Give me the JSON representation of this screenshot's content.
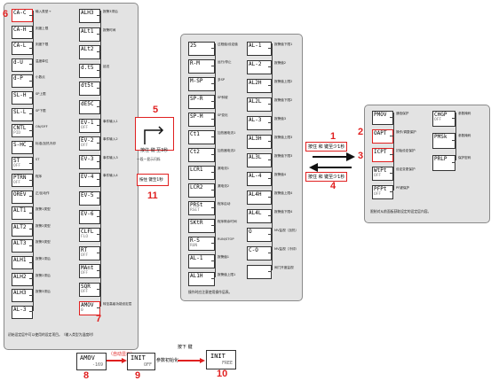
{
  "panel1": {
    "col1": [
      {
        "top": "CA-C",
        "bottom": "",
        "desc": "输入类型→"
      },
      {
        "top": "CA-H",
        "bottom": "",
        "desc": "刻度上限"
      },
      {
        "top": "CA-L",
        "bottom": "",
        "desc": "刻度下限"
      },
      {
        "top": "d-U",
        "bottom": "",
        "desc": "温度单位"
      },
      {
        "top": "d-P",
        "bottom": "",
        "desc": "小数点"
      },
      {
        "top": "SL-H",
        "bottom": "",
        "desc": "SP上限"
      },
      {
        "top": "SL-L",
        "bottom": "",
        "desc": "SP下限"
      },
      {
        "top": "CNTL",
        "bottom": "PID",
        "desc": "ON/OFF"
      },
      {
        "top": "S-HC",
        "bottom": "",
        "desc": "标准/加热冷却"
      },
      {
        "top": "ST",
        "bottom": "OFF",
        "desc": "ST"
      },
      {
        "top": "PTRN",
        "bottom": "OFF",
        "desc": "程序"
      },
      {
        "top": "OREV",
        "bottom": "",
        "desc": "正/反动作"
      },
      {
        "top": "ALT1",
        "bottom": "",
        "desc": "报警1类型"
      },
      {
        "top": "ALT2",
        "bottom": "",
        "desc": "报警2类型"
      },
      {
        "top": "ALT3",
        "bottom": "",
        "desc": "报警3类型"
      },
      {
        "top": "ALH1",
        "bottom": "",
        "desc": "报警1滞后"
      },
      {
        "top": "ALH2",
        "bottom": "",
        "desc": "报警2滞后"
      },
      {
        "top": "ALH3",
        "bottom": "",
        "desc": "报警3滞后"
      },
      {
        "top": "AL-3",
        "bottom": "",
        "desc": ""
      }
    ],
    "col2": [
      {
        "top": "ALH3",
        "bottom": "",
        "desc": "报警3滞后"
      },
      {
        "top": "ALt1",
        "bottom": "",
        "desc": "报警时间"
      },
      {
        "top": "ALt2",
        "bottom": "",
        "desc": ""
      },
      {
        "top": "d.t5",
        "bottom": "",
        "desc": "延迟"
      },
      {
        "top": "dt5t",
        "bottom": "",
        "desc": ""
      },
      {
        "top": "dE5C",
        "bottom": "",
        "desc": ""
      },
      {
        "top": "EV-1",
        "bottom": "OFF",
        "desc": "事件输入1"
      },
      {
        "top": "EV-2",
        "bottom": "OFF",
        "desc": "事件输入2"
      },
      {
        "top": "EV-3",
        "bottom": "",
        "desc": "事件输入3"
      },
      {
        "top": "EV-4",
        "bottom": "",
        "desc": "事件输入4"
      },
      {
        "top": "EV-5",
        "bottom": "",
        "desc": ""
      },
      {
        "top": "EV-6",
        "bottom": "",
        "desc": ""
      },
      {
        "top": "CLFL",
        "bottom": "FLO",
        "desc": ""
      },
      {
        "top": "RT",
        "bottom": "OFF",
        "desc": ""
      },
      {
        "top": "MAnt",
        "bottom": "OFF",
        "desc": ""
      },
      {
        "top": "SQR",
        "bottom": "OFF",
        "desc": ""
      },
      {
        "top": "AMOV",
        "bottom": "0",
        "desc": "转至高级功能设定层"
      }
    ],
    "footer": "初始设定层中可以使用的设定项目。（输入类型为温度时）"
  },
  "panel2": {
    "col1": [
      {
        "top": "25",
        "bottom": "",
        "desc": "过程值/设定值"
      },
      {
        "top": "R-M",
        "bottom": "",
        "desc": "运行/停止"
      },
      {
        "top": "M-SP",
        "bottom": "",
        "desc": "多SP"
      },
      {
        "top": "SP-R",
        "bottom": "",
        "desc": "SP斜坡"
      },
      {
        "top": "SP-M",
        "bottom": "",
        "desc": "SP变化"
      },
      {
        "top": "Ct1",
        "bottom": "",
        "desc": "加热器电流1"
      },
      {
        "top": "Ct2",
        "bottom": "",
        "desc": "加热器电流2"
      },
      {
        "top": "LCR1",
        "bottom": "",
        "desc": "漏电流1"
      },
      {
        "top": "LCR2",
        "bottom": "",
        "desc": "漏电流2"
      },
      {
        "top": "PRSt",
        "bottom": "RSET",
        "desc": "程序启动"
      },
      {
        "top": "SKtR",
        "bottom": "",
        "desc": "程序剩余时间"
      },
      {
        "top": "R-S",
        "bottom": "RUN",
        "desc": "RUN/STOP"
      },
      {
        "top": "AL-1",
        "bottom": "",
        "desc": "报警值1"
      },
      {
        "top": "AL1H",
        "bottom": "",
        "desc": "报警值上限1"
      }
    ],
    "col2": [
      {
        "top": "AL-1",
        "bottom": "",
        "desc": "报警值下限1"
      },
      {
        "top": "AL-2",
        "bottom": "",
        "desc": "报警值2"
      },
      {
        "top": "AL2H",
        "bottom": "",
        "desc": "报警值上限2"
      },
      {
        "top": "AL2L",
        "bottom": "",
        "desc": "报警值下限2"
      },
      {
        "top": "AL-3",
        "bottom": "",
        "desc": "报警值3"
      },
      {
        "top": "AL3H",
        "bottom": "",
        "desc": "报警值上限3"
      },
      {
        "top": "AL3L",
        "bottom": "",
        "desc": "报警值下限3"
      },
      {
        "top": "AL-4",
        "bottom": "",
        "desc": "报警值4"
      },
      {
        "top": "AL4H",
        "bottom": "",
        "desc": "报警值上限4"
      },
      {
        "top": "AL4L",
        "bottom": "",
        "desc": "报警值下限4"
      },
      {
        "top": "O",
        "bottom": "",
        "desc": "MV监视（加热）"
      },
      {
        "top": "C-O",
        "bottom": "",
        "desc": "MV监视（冷却）"
      },
      {
        "top": "",
        "bottom": "",
        "desc": "阀门开度监视"
      }
    ],
    "footer": "操作时应注意使用操作层表。"
  },
  "panel3": {
    "col1": [
      {
        "top": "PMOV",
        "bottom": "",
        "desc": "通信保护"
      },
      {
        "top": "OAPT",
        "bottom": "",
        "desc": "操作/调整保护"
      },
      {
        "top": "ICPT",
        "bottom": "",
        "desc": "初始设定保护"
      },
      {
        "top": "WtPt",
        "bottom": "OFF",
        "desc": "设定变更保护"
      },
      {
        "top": "PFPt",
        "bottom": "OFF",
        "desc": "PF键保护"
      }
    ],
    "col2": [
      {
        "top": "CHGP",
        "bottom": "OFF",
        "desc": "参数掩码"
      },
      {
        "top": "PMSk",
        "bottom": "",
        "desc": "参数掩码"
      },
      {
        "top": "PRLP",
        "bottom": "",
        "desc": "保护密码"
      }
    ],
    "footer": "限制对从前面板获取设定的设定层内容。"
  },
  "step5": {
    "label": "按住 键 至3秒",
    "sub": "一段一显示闪烁"
  },
  "step11": {
    "label": "按住 键至1秒"
  },
  "arrow1": "按住  和  键至少1秒",
  "arrow4": "按住  和  键至少1秒",
  "step8": {
    "top": "AMOV",
    "bottom": "-169"
  },
  "step8_arrow": "（自动显示）",
  "step9": {
    "top": "INIT",
    "bottom": "OFF"
  },
  "step9_label": "参数初始化",
  "step10_label": "按下  键",
  "step10": {
    "top": "INIT",
    "bottom": "FREE"
  },
  "numbers": [
    "1",
    "2",
    "3",
    "4",
    "5",
    "6",
    "7",
    "8",
    "9",
    "10",
    "11"
  ]
}
